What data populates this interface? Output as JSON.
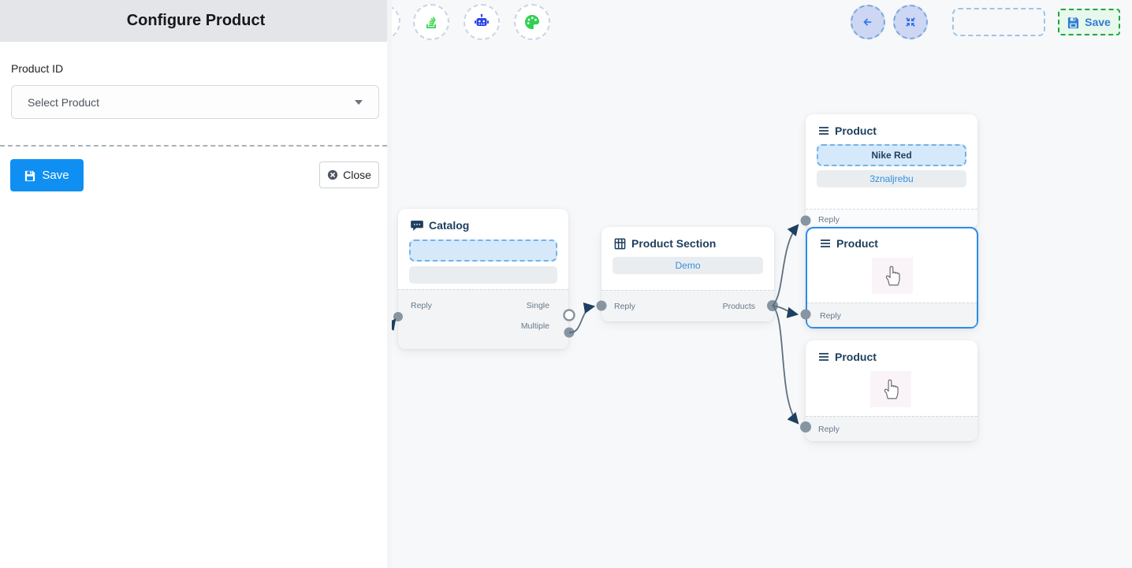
{
  "panel": {
    "title": "Configure Product",
    "product_id_label": "Product ID",
    "select_placeholder": "Select Product",
    "save_label": "Save",
    "close_label": "Close"
  },
  "toolbar": {
    "buttons": [
      {
        "icon": "stack-icon",
        "color": "#3bdb49"
      },
      {
        "icon": "robot-icon",
        "color": "#2b44e7"
      },
      {
        "icon": "palette-icon",
        "color": "#2ed052"
      }
    ]
  },
  "topbar": {
    "back_icon": "arrow-left-icon",
    "fit_icon": "fit-view-icon",
    "save_label": "Save"
  },
  "nodes": {
    "catalog": {
      "title": "Catalog",
      "reply_label": "Reply",
      "single_label": "Single",
      "multiple_label": "Multiple"
    },
    "product_section": {
      "title": "Product Section",
      "item_label": "Demo",
      "reply_label": "Reply",
      "products_label": "Products"
    },
    "product_top": {
      "title": "Product",
      "selected_product": "Nike Red",
      "product_id": "3znaljrebu",
      "reply_label": "Reply"
    },
    "product_middle": {
      "title": "Product",
      "reply_label": "Reply"
    },
    "product_bottom": {
      "title": "Product",
      "reply_label": "Reply"
    }
  },
  "colors": {
    "primary_blue": "#0f8ff2",
    "link_blue": "#3490dc",
    "node_title": "#1d3e5e",
    "selected_border": "#2b8ce8",
    "edge": "#5c6f82",
    "arrow": "#1e3f60",
    "port": "#8795a1",
    "green_accent": "#21a63f",
    "nav_circle_bg": "#cdd6f3",
    "canvas_bg": "#f7f8f9"
  }
}
